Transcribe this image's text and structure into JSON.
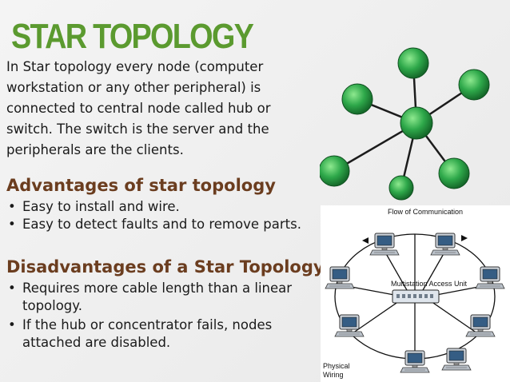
{
  "slide": {
    "title": "STAR TOPOLOGY",
    "intro": "In Star topology every node (computer workstation or any other peripheral) is connected to central node called hub or switch. The switch is the server and the peripherals are the clients.",
    "advantages": {
      "heading": "Advantages of star topology",
      "items": [
        "Easy to install and wire.",
        "Easy to detect faults and to remove parts."
      ]
    },
    "disadvantages": {
      "heading": "Disadvantages of a Star Topology",
      "items": [
        "Requires more cable length than a linear topology.",
        "If the hub or concentrator fails, nodes attached are disabled."
      ]
    }
  },
  "star_diagram": {
    "node_color": "#2ea84a",
    "link_color": "#1c1c1c",
    "outer_nodes": 6
  },
  "network_figure": {
    "top_label": "Flow of Communication",
    "hub_label": "Multistation Access Unit",
    "wiring_label": "Physical Wiring",
    "workstations": 8
  }
}
